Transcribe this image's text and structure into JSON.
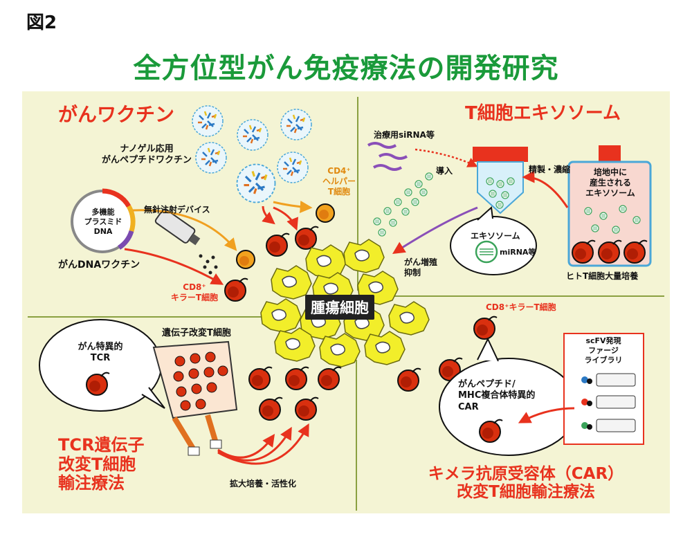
{
  "figure_label": "図2",
  "title": "全方位型がん免疫療法の開発研究",
  "vaccine": {
    "title": "がんワクチン",
    "nanogel": "ナノゲル応用\nがんペプチドワクチン",
    "plasmid": "多機能\nプラスミド\nDNA",
    "device": "無針注射デバイス",
    "dna_vaccine": "がんDNAワクチン",
    "cd4": "CD4⁺\nヘルパー\nT細胞",
    "cd8": "CD8⁺\nキラーT細胞"
  },
  "exosome": {
    "title": "T細胞エキソソーム",
    "sirna": "治療用siRNA等",
    "introduce": "導入",
    "purify": "精製・濃縮",
    "medium": "培地中に\n産生される\nエキソソーム",
    "bubble_title": "エキソソーム",
    "mirna": "miRNA等",
    "culture": "ヒトT細胞大量培養",
    "suppress": "がん増殖\n抑制"
  },
  "tumor": "腫瘍細胞",
  "tcr": {
    "title": "TCR遺伝子\n改変T細胞\n輸注療法",
    "modified": "遺伝子改変T細胞",
    "bubble": "がん特異的\nTCR",
    "expand": "拡大培養・活性化"
  },
  "car": {
    "title": "キメラ抗原受容体（CAR）\n改変T細胞輸注療法",
    "cd8": "CD8⁺キラーT細胞",
    "library": "scFV発現\nファージ\nライブラリ",
    "bubble": "がんペプチド/\nMHC複合体特異的\nCAR"
  },
  "colors": {
    "title_green": "#1a9a3a",
    "accent_red": "#e8321e",
    "panel_bg": "#f4f4d4",
    "tumor_yellow": "#f2ee2a",
    "tcell_red": "#d9300f",
    "helper_orange": "#f2a21e"
  }
}
